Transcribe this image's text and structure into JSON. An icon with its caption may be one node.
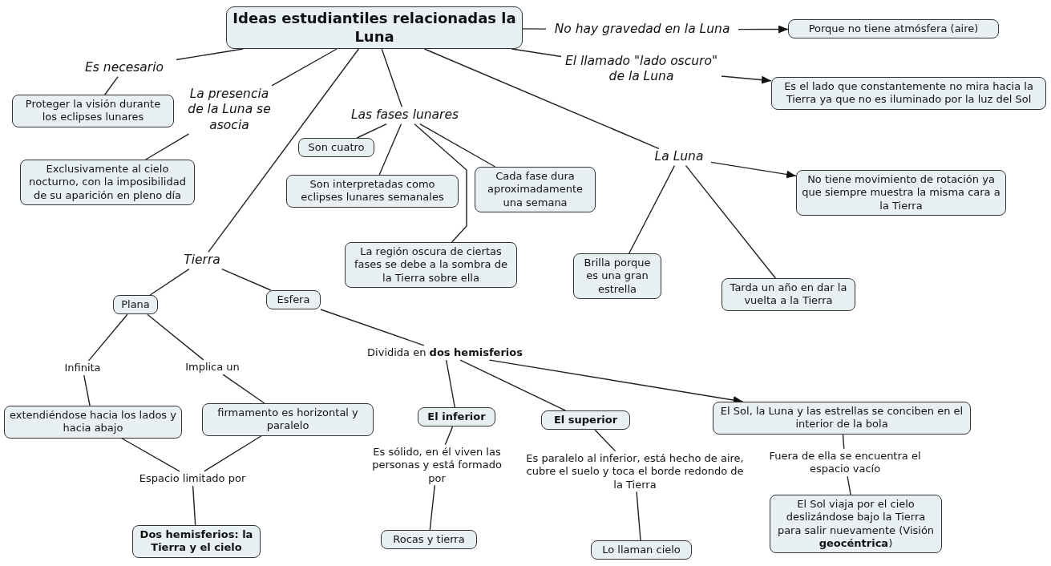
{
  "diagram": {
    "nodes": [
      {
        "text": [
          "Ideas estudiantiles relacionadas la Luna"
        ]
      },
      {
        "text": [
          "Es necesario"
        ]
      },
      {
        "text": [
          "Proteger la visión durante los eclipses lunares"
        ]
      },
      {
        "text": [
          "La presencia de la Luna se asocia"
        ]
      },
      {
        "text": [
          "Exclusivamente al cielo nocturno, con la imposibilidad de su aparición en pleno día"
        ]
      },
      {
        "text": [
          "Tierra"
        ]
      },
      {
        "text": [
          "Plana"
        ]
      },
      {
        "text": [
          "Esfera"
        ]
      },
      {
        "text": [
          "Infinita"
        ]
      },
      {
        "text": [
          "Implica un"
        ]
      },
      {
        "text": [
          "extendiéndose hacia los lados y hacia abajo"
        ]
      },
      {
        "text": [
          "firmamento es horizontal y paralelo"
        ]
      },
      {
        "text": [
          "Espacio limitado por"
        ]
      },
      {
        "text": [
          "Dos hemisferios: la Tierra y el cielo"
        ]
      },
      {
        "text": [
          "Las fases lunares"
        ]
      },
      {
        "text": [
          "Son cuatro"
        ]
      },
      {
        "text": [
          "Son interpretadas como eclipses lunares semanales"
        ]
      },
      {
        "text": [
          "Cada fase dura aproximadamente una semana"
        ]
      },
      {
        "text": [
          "La región oscura de ciertas fases se debe a la sombra de la Tierra sobre ella"
        ]
      },
      {
        "text": [
          "La Luna"
        ]
      },
      {
        "text": [
          "No tiene movimiento de rotación ya que siempre muestra la misma cara a la Tierra"
        ]
      },
      {
        "text": [
          "Brilla porque es una gran estrella"
        ]
      },
      {
        "text": [
          "Tarda un año en dar la vuelta a la Tierra"
        ]
      },
      {
        "text": [
          "No hay gravedad en la Luna"
        ]
      },
      {
        "text": [
          "Porque no tiene atmósfera (aire)"
        ]
      },
      {
        "text": [
          "El llamado \"lado oscuro\" de la Luna"
        ]
      },
      {
        "text": [
          "Es el lado que constantemente no mira hacia la Tierra ya que no es iluminado por la luz del Sol"
        ]
      },
      {
        "text": [
          "Dividida en **dos hemisferios**"
        ]
      },
      {
        "text": [
          "El inferior"
        ]
      },
      {
        "text": [
          "El superior"
        ]
      },
      {
        "text": [
          "El Sol, la Luna y las estrellas se conciben en el interior de la bola"
        ]
      },
      {
        "text": [
          "Es sólido, en él viven las personas y está formado por"
        ]
      },
      {
        "text": [
          "Rocas y tierra"
        ]
      },
      {
        "text": [
          "Es paralelo al inferior, está hecho de aire, cubre el suelo y toca el borde redondo de la Tierra"
        ]
      },
      {
        "text": [
          "Lo llaman cielo"
        ]
      },
      {
        "text": [
          "Fuera de ella se encuentra el espacio vacío"
        ]
      },
      {
        "text": [
          "El Sol viaja por el cielo deslizándose bajo la Tierra para salir nuevamente (Visión **geocéntrica**)"
        ]
      }
    ],
    "edges": [
      {
        "from": 0,
        "to": 1,
        "arrow": "none"
      },
      {
        "from": 1,
        "to": 2,
        "arrow": "none"
      },
      {
        "from": 0,
        "to": 3,
        "arrow": "none"
      },
      {
        "from": 3,
        "to": 4,
        "arrow": "none"
      },
      {
        "from": 0,
        "to": 5,
        "arrow": "none"
      },
      {
        "from": 5,
        "to": 6,
        "arrow": "none"
      },
      {
        "from": 5,
        "to": 7,
        "arrow": "none"
      },
      {
        "from": 6,
        "to": 8,
        "arrow": "none"
      },
      {
        "from": 6,
        "to": 9,
        "arrow": "none"
      },
      {
        "from": 8,
        "to": 10,
        "arrow": "none"
      },
      {
        "from": 9,
        "to": 11,
        "arrow": "none"
      },
      {
        "from": 10,
        "to": 12,
        "arrow": "none"
      },
      {
        "from": 11,
        "to": 12,
        "arrow": "none"
      },
      {
        "from": 12,
        "to": 13,
        "arrow": "none"
      },
      {
        "from": 0,
        "to": 14,
        "arrow": "none"
      },
      {
        "from": 14,
        "to": 15,
        "arrow": "none"
      },
      {
        "from": 14,
        "to": 16,
        "arrow": "none"
      },
      {
        "from": 14,
        "to": 18,
        "arrow": "none"
      },
      {
        "from": 14,
        "to": 17,
        "arrow": "none"
      },
      {
        "from": 0,
        "to": 19,
        "arrow": "none"
      },
      {
        "from": 19,
        "to": 20,
        "arrow": "to"
      },
      {
        "from": 19,
        "to": 21,
        "arrow": "none"
      },
      {
        "from": 19,
        "to": 22,
        "arrow": "none"
      },
      {
        "from": 0,
        "to": 23,
        "arrow": "none"
      },
      {
        "from": 23,
        "to": 24,
        "arrow": "to"
      },
      {
        "from": 0,
        "to": 25,
        "arrow": "none"
      },
      {
        "from": 25,
        "to": 26,
        "arrow": "to"
      },
      {
        "from": 7,
        "to": 27,
        "arrow": "none"
      },
      {
        "from": 27,
        "to": 28,
        "arrow": "none"
      },
      {
        "from": 27,
        "to": 29,
        "arrow": "none"
      },
      {
        "from": 27,
        "to": 30,
        "arrow": "to"
      },
      {
        "from": 28,
        "to": 31,
        "arrow": "none"
      },
      {
        "from": 31,
        "to": 32,
        "arrow": "none"
      },
      {
        "from": 29,
        "to": 33,
        "arrow": "none"
      },
      {
        "from": 33,
        "to": 34,
        "arrow": "none"
      },
      {
        "from": 30,
        "to": 35,
        "arrow": "none"
      },
      {
        "from": 35,
        "to": 36,
        "arrow": "none"
      }
    ]
  }
}
